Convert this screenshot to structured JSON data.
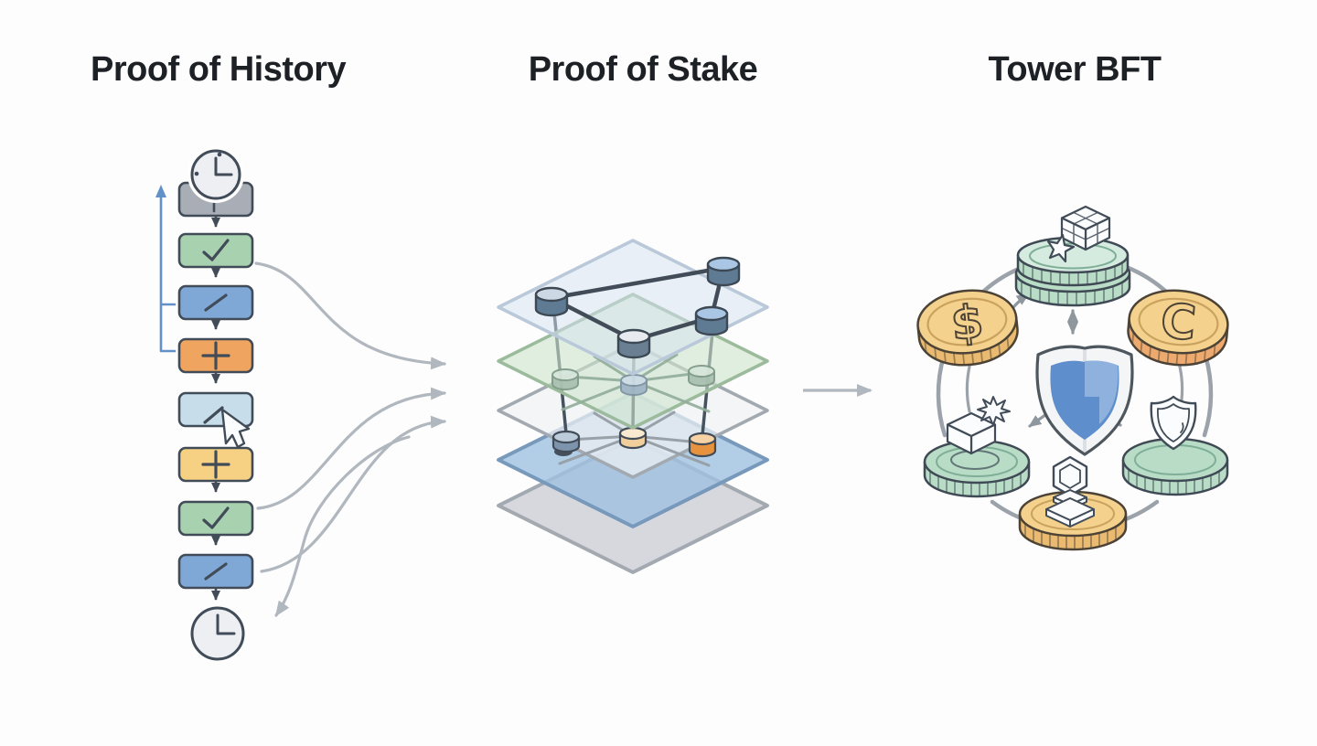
{
  "titles": {
    "poh": "Proof of History",
    "pos": "Proof of Stake",
    "tbft": "Tower BFT"
  },
  "colors": {
    "background": "#fdfdfd",
    "ink": "#1d2126",
    "outline_dark": "#414c58",
    "flow_arrow": "#b1b7be",
    "arrow_dark_gray": "#8f979e",
    "arc_gray": "#9ba2aa",
    "bracket_blue": "#6191c8",
    "block_gray": "#a9adb5",
    "block_green": "#a8d1af",
    "block_blue": "#7fa8d7",
    "block_orange": "#efa55f",
    "block_lightblue": "#c7ddea",
    "block_yellow": "#f6d184",
    "clock_face": "#edeff2",
    "layer_blue_tint": "#d6e2ef",
    "layer_green": "#cde5cd",
    "layer_white": "#eff1f4",
    "layer_blue": "#9fc0e0",
    "layer_gray": "#d1d4d9",
    "node_side": "#5f7a93",
    "node_orange": "#e6923f",
    "coin_green": "#b9dcc7",
    "coin_green_top": "#d6ebdf",
    "coin_gold": "#f4d18d",
    "coin_gold_side": "#eaba70",
    "coin_orange_side": "#eeaa6e",
    "shield_outer": "#f3f5f7",
    "shield_blue": "#5e8ecb",
    "shield_blue_light": "#8fb1de",
    "icon_white": "#fbfcfd"
  },
  "proof_of_history": {
    "flow_sequence": [
      "clock",
      "genesis-gray-block",
      "check-green-block",
      "slash-blue-block",
      "plus-orange-block",
      "cursor-lightblue-block",
      "plus-yellow-block",
      "check-green-block",
      "slash-blue-block",
      "clock"
    ],
    "loop_note": "blue bracket arrow pointing up along chain",
    "outgoing_flow_arrows": 3,
    "returning_flow_arrows": 1
  },
  "proof_of_stake": {
    "layers": [
      "blue-tint-translucent",
      "green-translucent",
      "white-translucent",
      "blue",
      "gray"
    ],
    "top_network_nodes": 4,
    "mid_hub_nodes": 3,
    "lower_hub_nodes": 3
  },
  "tower_bft": {
    "center_item": "shield",
    "ring_items": [
      "cube-and-star-coin-stack",
      "dollar-coin",
      "c-coin",
      "shield-outline-coin",
      "hexagon-token-coin",
      "box-burst-coin"
    ],
    "glyphs": {
      "left_coin": "$",
      "right_coin": "C"
    }
  }
}
